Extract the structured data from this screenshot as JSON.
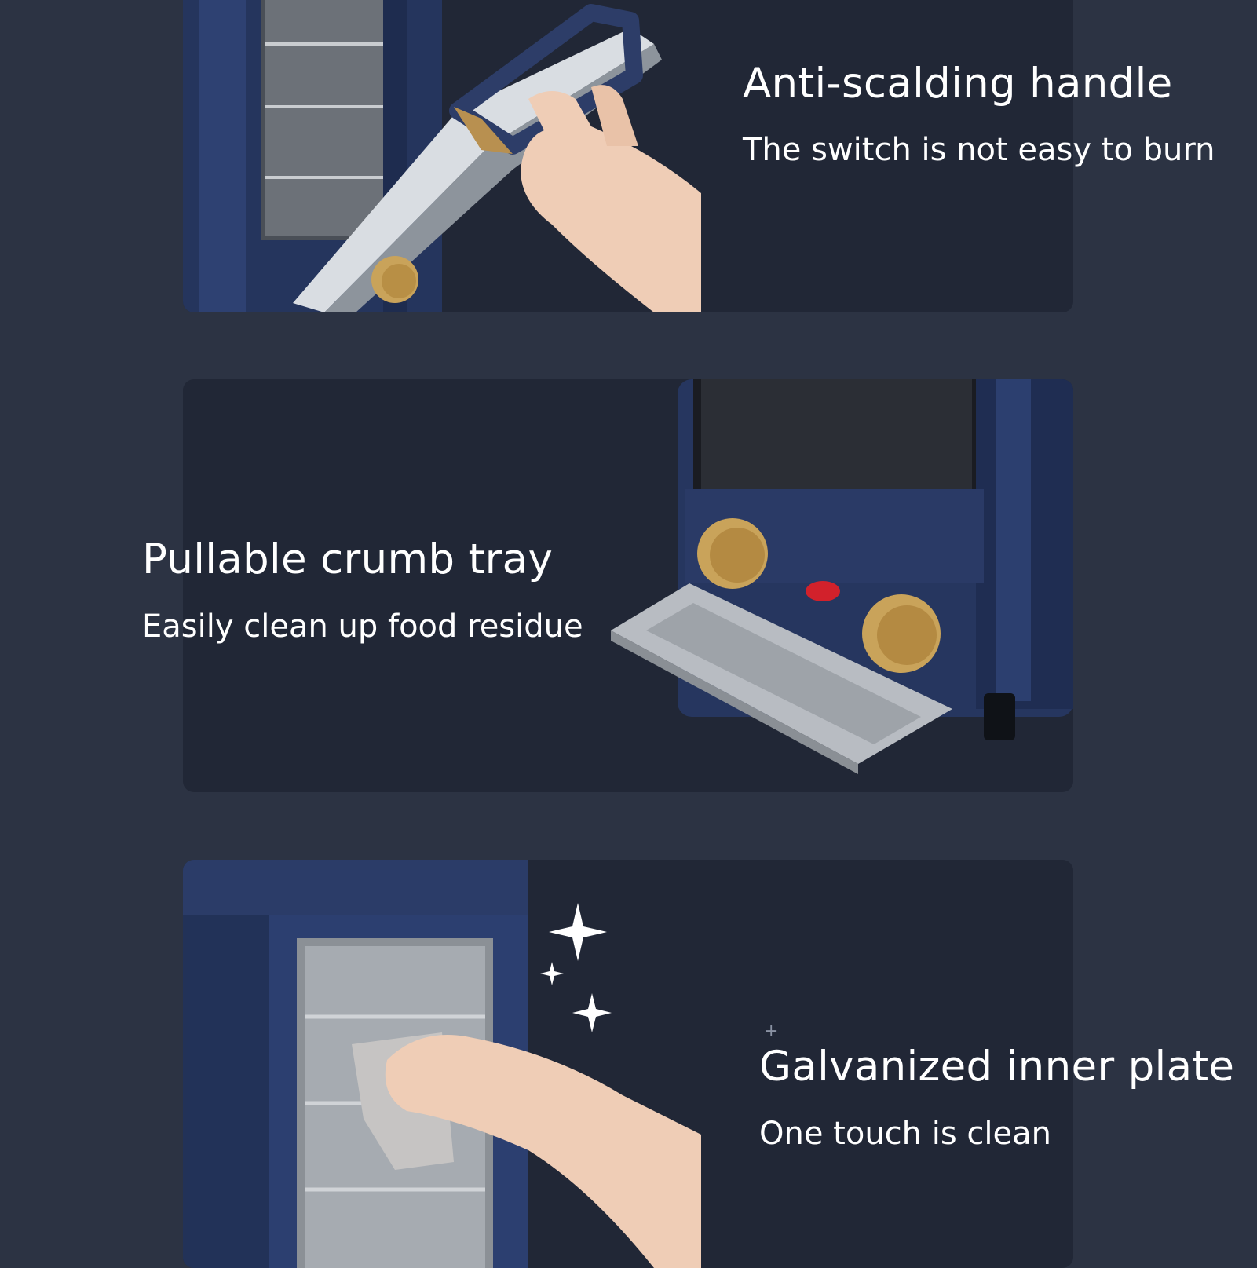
{
  "features": [
    {
      "title": "Anti-scalding handle",
      "subtitle": "The switch is not easy to burn",
      "image_icon": "oven-door-handle-photo"
    },
    {
      "title": "Pullable crumb tray",
      "subtitle": "Easily clean up food residue",
      "image_icon": "oven-crumb-tray-photo"
    },
    {
      "title": "Galvanized inner plate",
      "subtitle": "One touch is clean",
      "image_icon": "oven-interior-wipe-photo"
    }
  ],
  "colors": {
    "background": "#2c3343",
    "panel": "#212736",
    "oven_body": "#2a3a66",
    "knob_gold": "#c9a35a",
    "text": "#ffffff"
  }
}
